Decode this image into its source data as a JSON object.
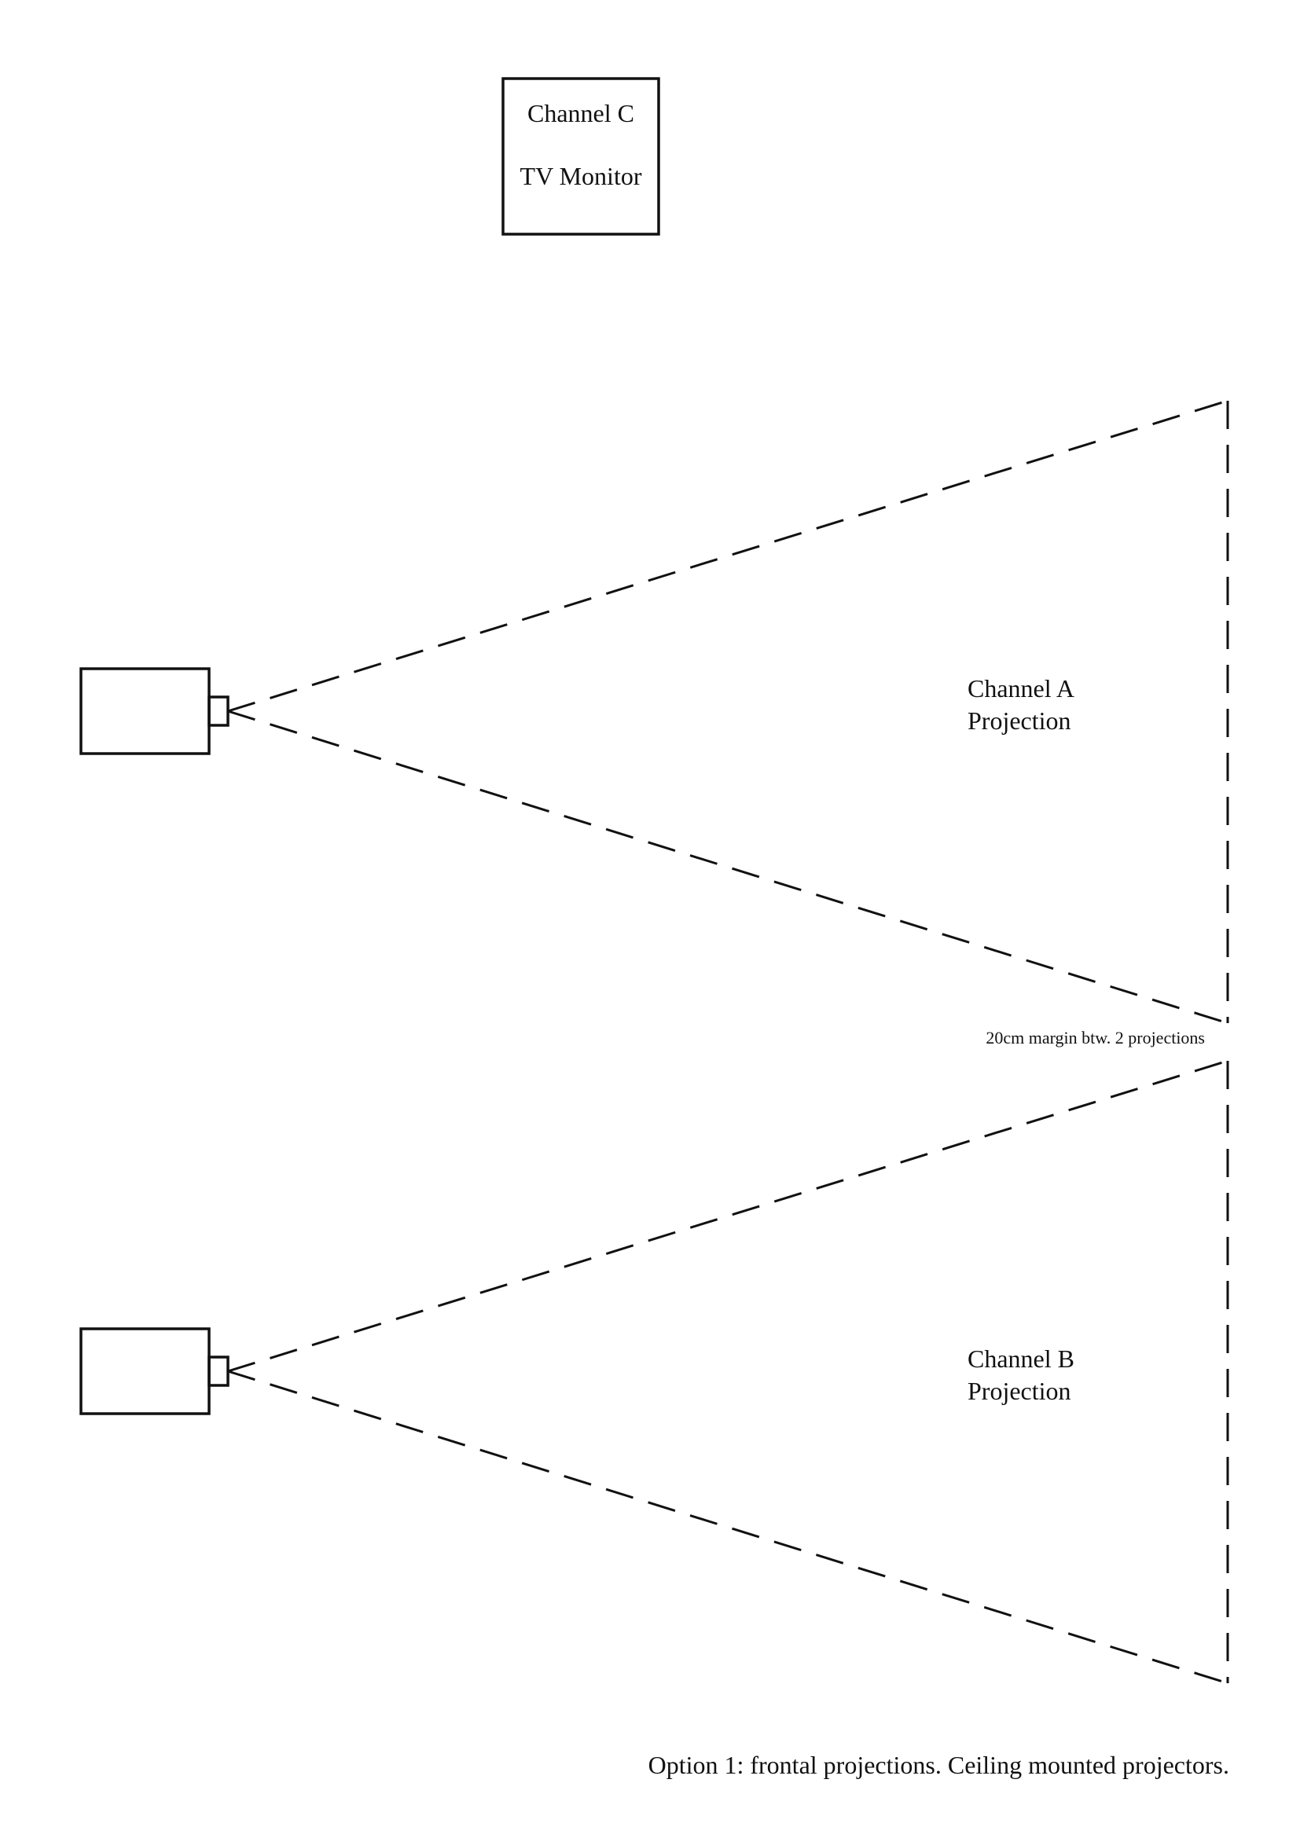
{
  "channel_c": {
    "line1": "Channel C",
    "line2": "TV Monitor"
  },
  "channel_a": {
    "line1": "Channel A",
    "line2": "Projection"
  },
  "channel_b": {
    "line1": "Channel B",
    "line2": "Projection"
  },
  "margin_note": "20cm margin btw. 2 projections",
  "caption": "Option 1: frontal projections. Ceiling mounted projectors."
}
